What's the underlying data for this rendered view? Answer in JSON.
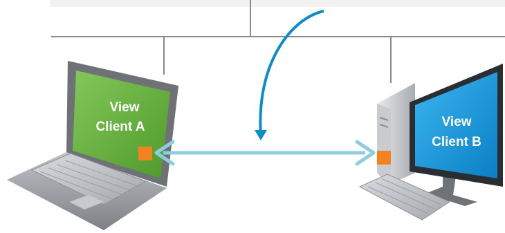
{
  "nodes": {
    "client_a": {
      "label_line1": "View",
      "label_line2": "Client A",
      "screen_color": "#6ab33e"
    },
    "client_b": {
      "label_line1": "View",
      "label_line2": "Client B",
      "screen_color": "#1aa0e6"
    }
  },
  "colors": {
    "network_line": "#8a8a8a",
    "top_bar": "#f2f2f2",
    "connection_arrow": "#8ecde0",
    "curved_arrow": "#0d8ccc",
    "port": "#f58220"
  }
}
